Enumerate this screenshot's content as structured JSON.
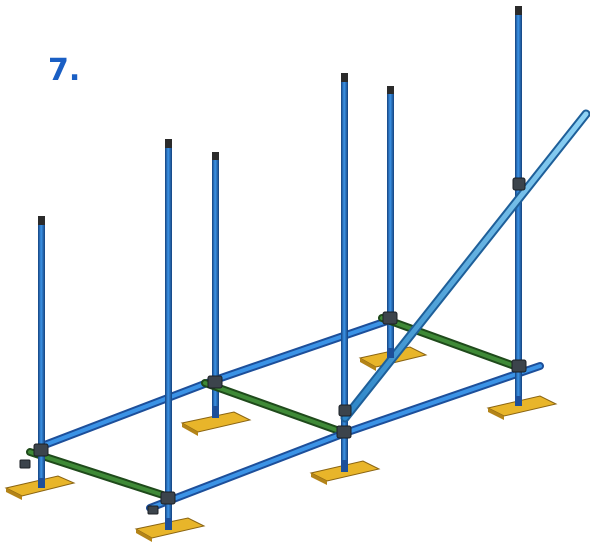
{
  "step": {
    "label": "7."
  },
  "colors": {
    "standard": "#2a7fd6",
    "standard_dark": "#1d4f9a",
    "ledger": "#2f6fcf",
    "transom": "#2f6b2a",
    "diagonal_brace": "#5bb8ea",
    "base_plate": "#e8b52a",
    "coupler": "#444c55"
  },
  "figure": {
    "components": [
      "standard-tube",
      "ledger-tube",
      "transom-tube",
      "diagonal-brace",
      "base-plate",
      "coupler"
    ]
  }
}
